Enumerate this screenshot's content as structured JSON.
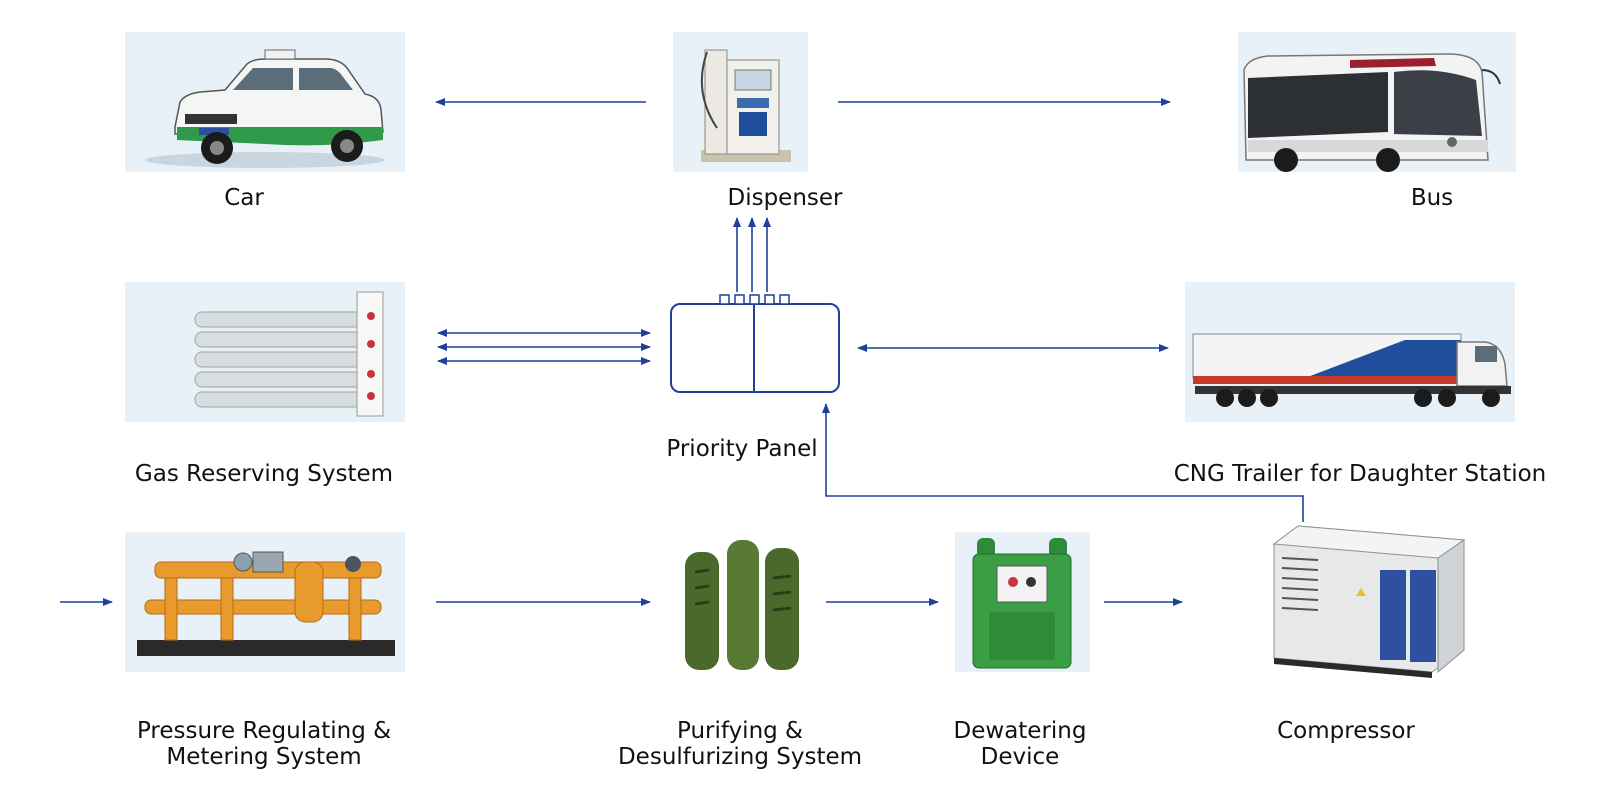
{
  "colors": {
    "arrow": "#1f3f9a",
    "tile_background": "#e7f1f8",
    "label_text": "#111111"
  },
  "nodes": {
    "car": {
      "label": "Car",
      "icon": "taxi-car-photo"
    },
    "dispenser": {
      "label": "Dispenser",
      "icon": "fuel-dispenser-photo"
    },
    "bus": {
      "label": "Bus",
      "icon": "city-bus-photo"
    },
    "gas_reserving": {
      "label": "Gas Reserving System",
      "icon": "gas-cylinder-bank-photo"
    },
    "priority_panel": {
      "label": "Priority Panel",
      "icon": "priority-panel-box"
    },
    "cng_trailer": {
      "label": "CNG Trailer for Daughter Station",
      "icon": "tube-trailer-truck-photo"
    },
    "pressure_regulating": {
      "label_line1": "Pressure Regulating &",
      "label_line2": "Metering System",
      "icon": "pipe-skid-photo"
    },
    "purifying": {
      "label_line1": "Purifying &",
      "label_line2": "Desulfurizing System",
      "icon": "purifier-towers-photo"
    },
    "dewatering": {
      "label_line1": "Dewatering",
      "label_line2": "Device",
      "icon": "dryer-unit-photo"
    },
    "compressor": {
      "label": "Compressor",
      "icon": "compressor-enclosure-photo"
    }
  }
}
